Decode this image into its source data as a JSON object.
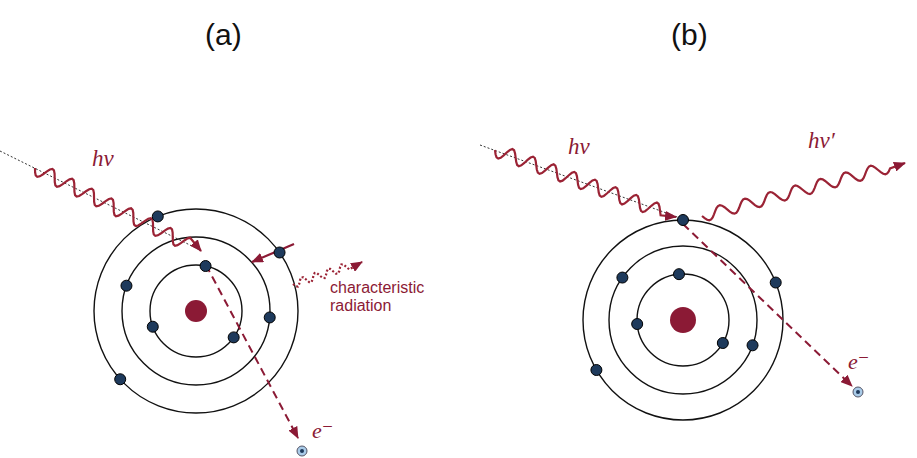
{
  "diagram": {
    "labels": [
      "(a)",
      "(b)",
      "hν",
      "characteristic radiation",
      "e⁻",
      "hν",
      "hν′",
      "e⁻"
    ]
  }
}
